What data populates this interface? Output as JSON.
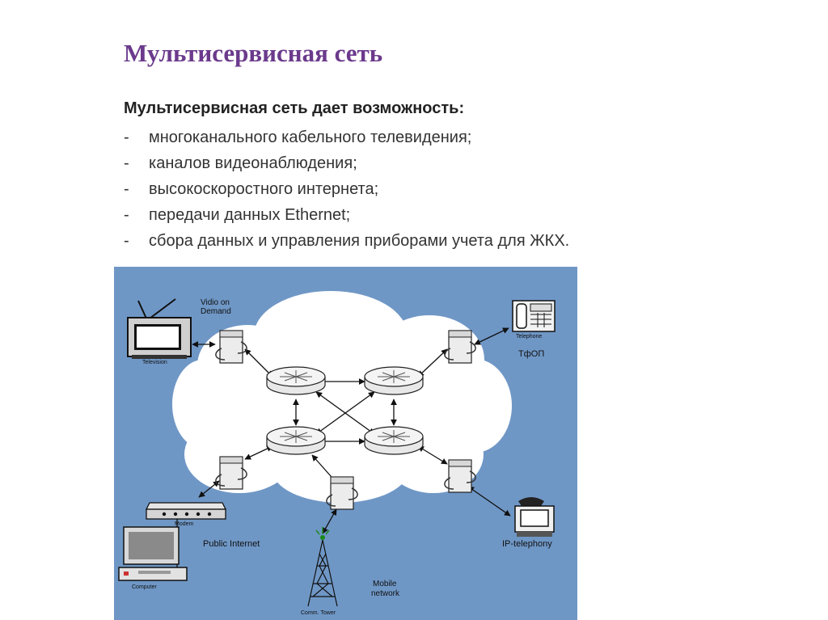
{
  "slide": {
    "title": "Мультисервисная сеть",
    "intro": "Мультисервисная сеть дает возможность:",
    "bullet_marker": "-",
    "bullets": [
      "многоканального кабельного телевидения;",
      "каналов видеонаблюдения;",
      "высокоскоростного интернета;",
      "передачи данных Ethernet;",
      "сбора данных и управления приборами учета для ЖКХ."
    ]
  },
  "diagram": {
    "labels": {
      "vod": [
        "Vidio on",
        "Demand"
      ],
      "television": "Television",
      "telephone": "Telephone",
      "pstn": "ТфОП",
      "modem": "Modem",
      "public_internet": "Public Internet",
      "computer": "Computer",
      "ip_telephony": "IP-telephony",
      "mobile": [
        "Mobile",
        "network"
      ],
      "tower": "Comm. Tower"
    },
    "colors": {
      "background": "#6f97c6",
      "cloud": "#ffffff",
      "title": "#6b3a8c"
    }
  }
}
